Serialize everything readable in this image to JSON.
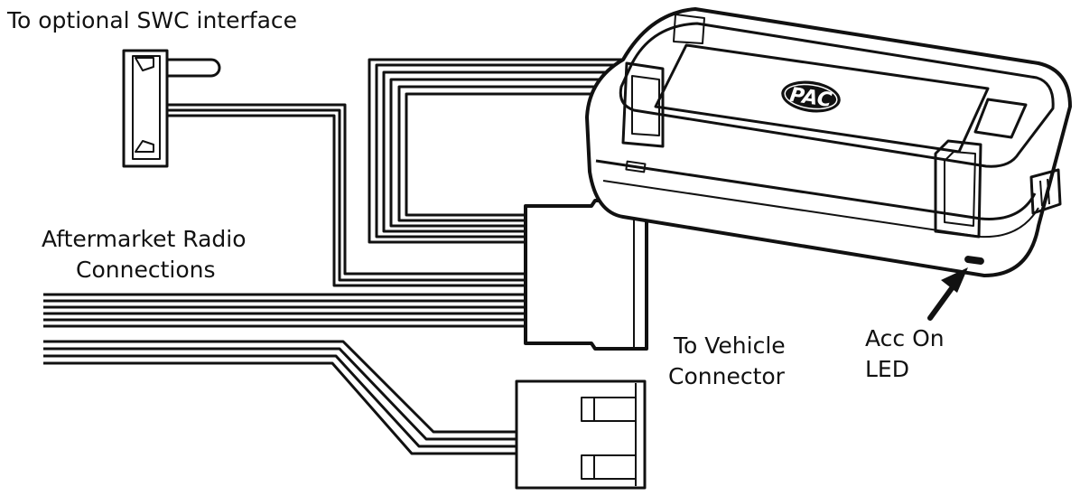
{
  "labels": {
    "swc": "To optional SWC interface",
    "radio_line1": "Aftermarket Radio",
    "radio_line2": "Connections",
    "vehicle_line1": "To Vehicle",
    "vehicle_line2": "Connector",
    "led_line1": "Acc On",
    "led_line2": "LED"
  },
  "module": {
    "logo_text": "PAC"
  },
  "colors": {
    "ink": "#111111",
    "background": "#ffffff"
  }
}
